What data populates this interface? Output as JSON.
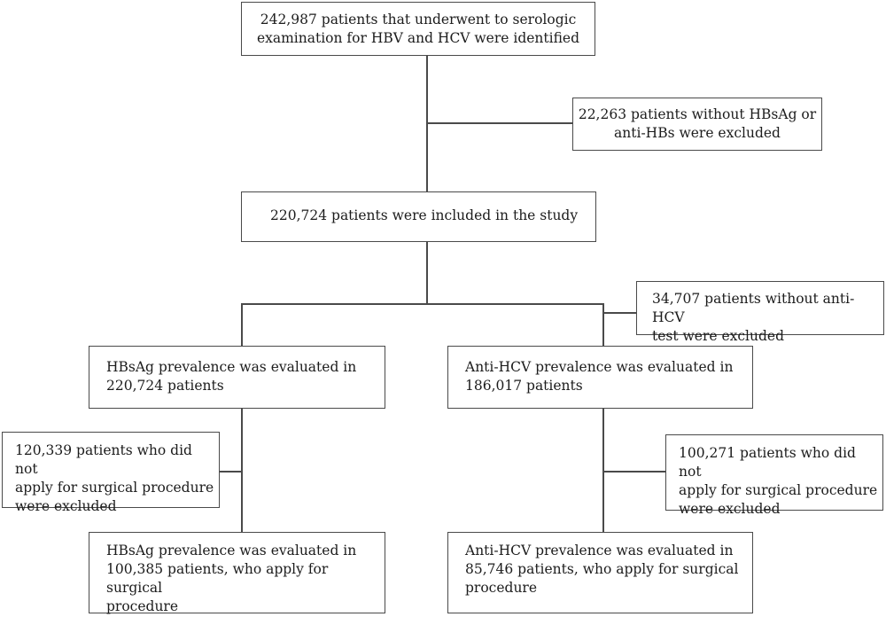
{
  "nodes": {
    "identified": {
      "lines": [
        "242,987 patients that underwent to serologic",
        "examination for HBV and HCV were identified"
      ]
    },
    "excluded_hbs": {
      "lines": [
        "22,263 patients without HBsAg or",
        "anti-HBs were excluded"
      ]
    },
    "included": {
      "lines": [
        "220,724 patients were included in the study"
      ]
    },
    "excluded_hcv": {
      "lines": [
        "34,707 patients without anti-HCV",
        "test were excluded"
      ]
    },
    "hbsag_eval": {
      "lines": [
        "HBsAg prevalence was evaluated in",
        "220,724 patients"
      ]
    },
    "antihcv_eval": {
      "lines": [
        "Anti-HCV prevalence was evaluated in",
        "186,017 patients"
      ]
    },
    "excluded_left_surgery": {
      "lines": [
        "120,339 patients who did not",
        "apply for surgical procedure",
        "were excluded"
      ]
    },
    "excluded_right_surgery": {
      "lines": [
        "100,271 patients who did not",
        "apply for surgical procedure",
        "were excluded"
      ]
    },
    "hbsag_surgical": {
      "lines": [
        "HBsAg prevalence was evaluated in",
        "100,385 patients, who apply for surgical",
        "procedure"
      ]
    },
    "antihcv_surgical": {
      "lines": [
        "Anti-HCV prevalence was evaluated in",
        "85,746 patients, who apply for surgical",
        "procedure"
      ]
    }
  },
  "colors": {
    "line": "#4a4a4a",
    "text": "#1c1c1c",
    "background": "#ffffff"
  }
}
